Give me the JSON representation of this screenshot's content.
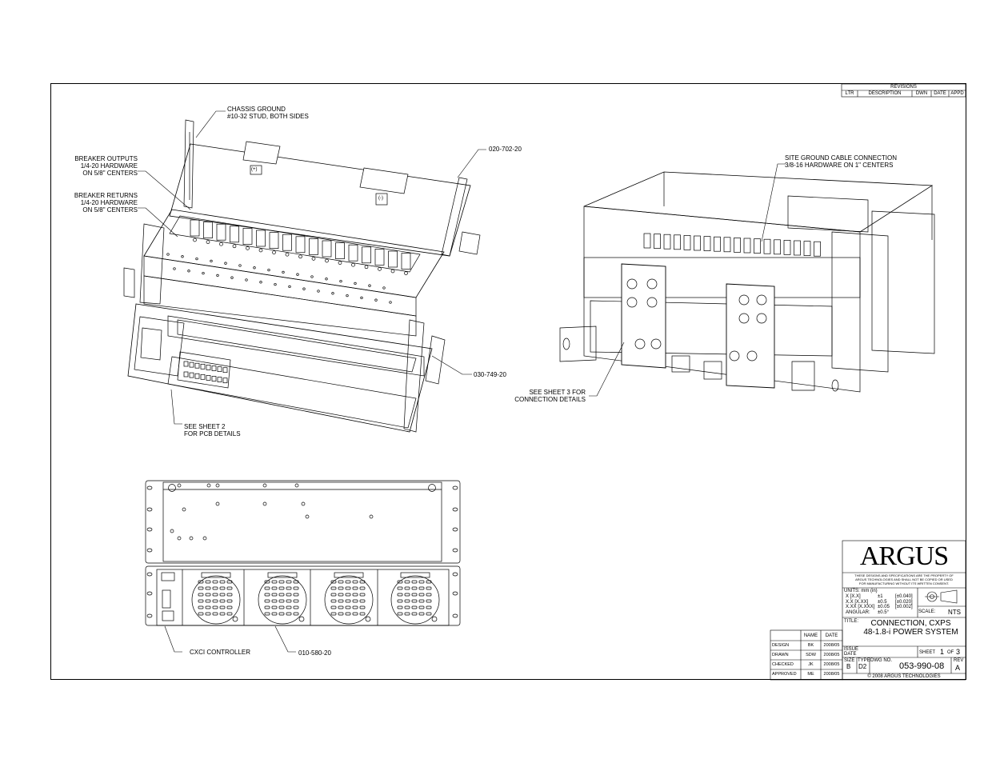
{
  "callouts": {
    "chassis_ground": [
      "CHASSIS GROUND",
      "#10-32 STUD, BOTH SIDES"
    ],
    "breaker_outputs": [
      "BREAKER OUTPUTS",
      "1/4-20 HARDWARE",
      "ON 5/8\" CENTERS"
    ],
    "breaker_returns": [
      "BREAKER RETURNS",
      "1/4-20 HARDWARE",
      "ON 5/8\" CENTERS"
    ],
    "part_020": "020-702-20",
    "part_030": "030-749-20",
    "see_sheet2": [
      "SEE SHEET 2",
      "FOR PCB DETAILS"
    ],
    "site_ground": [
      "SITE GROUND CABLE CONNECTION",
      "3/8-16 HARDWARE ON 1\" CENTERS"
    ],
    "see_sheet3": [
      "SEE SHEET 3 FOR",
      "CONNECTION DETAILS"
    ],
    "cxci": "CXCI CONTROLLER",
    "part_010": "010-580-20",
    "polarity_pos": "(+)",
    "polarity_neg": "(-)"
  },
  "revisions": {
    "title": "REVISIONS",
    "cols": [
      "LTR",
      "DESCRIPTION",
      "DWN",
      "DATE",
      "APPD"
    ]
  },
  "title_block": {
    "logo": "ARGUS",
    "notice": [
      "THESE DESIGNS AND SPECIFICATIONS ARE THE PROPERTY OF",
      "ARGUS TECHNOLOGIES AND SHALL NOT BE COPIED OR USED",
      "FOR MANUFACTURING WITHOUT ITS WRITTEN CONSENT."
    ],
    "units": "UNITS: mm (in)",
    "tolerances": [
      {
        "fmt": "X [X.X]",
        "val": "±1",
        "in": "[±0.040]"
      },
      {
        "fmt": "X.X [X.XX]",
        "val": "±0.5",
        "in": "[±0.020]"
      },
      {
        "fmt": "X.XX [X.XXX]",
        "val": "±0.05",
        "in": "[±0.002]"
      },
      {
        "fmt": "ANGULAR:",
        "val": "±0.5°",
        "in": ""
      }
    ],
    "scale_label": "SCALE:",
    "scale": "NTS",
    "title_label": "TITLE:",
    "title_line1": "CONNECTION, CXPS",
    "title_line2": "48-1.8-i POWER SYSTEM",
    "issue_label": "ISSUE",
    "date_label": "DATE",
    "sheet_label": "SHEET",
    "sheet_num": "1",
    "of_label": "OF",
    "sheet_total": "3",
    "size_label": "SIZE",
    "size": "B",
    "type_label": "TYPE",
    "type": "D2",
    "dwg_label": "DWG NO.",
    "dwg_no": "053-990-08",
    "rev_label": "REV",
    "rev": "A",
    "copyright": "© 2008 ARGUS TECHNOLOGIES",
    "sig_headers": [
      "NAME",
      "DATE"
    ],
    "signatures": [
      {
        "role": "DESIGN",
        "name": "BK",
        "date": "2008/05"
      },
      {
        "role": "DRAWN",
        "name": "SDW",
        "date": "2008/05"
      },
      {
        "role": "CHECKED",
        "name": "JK",
        "date": "2008/05"
      },
      {
        "role": "APPROVED",
        "name": "ME",
        "date": "2008/05"
      }
    ]
  }
}
